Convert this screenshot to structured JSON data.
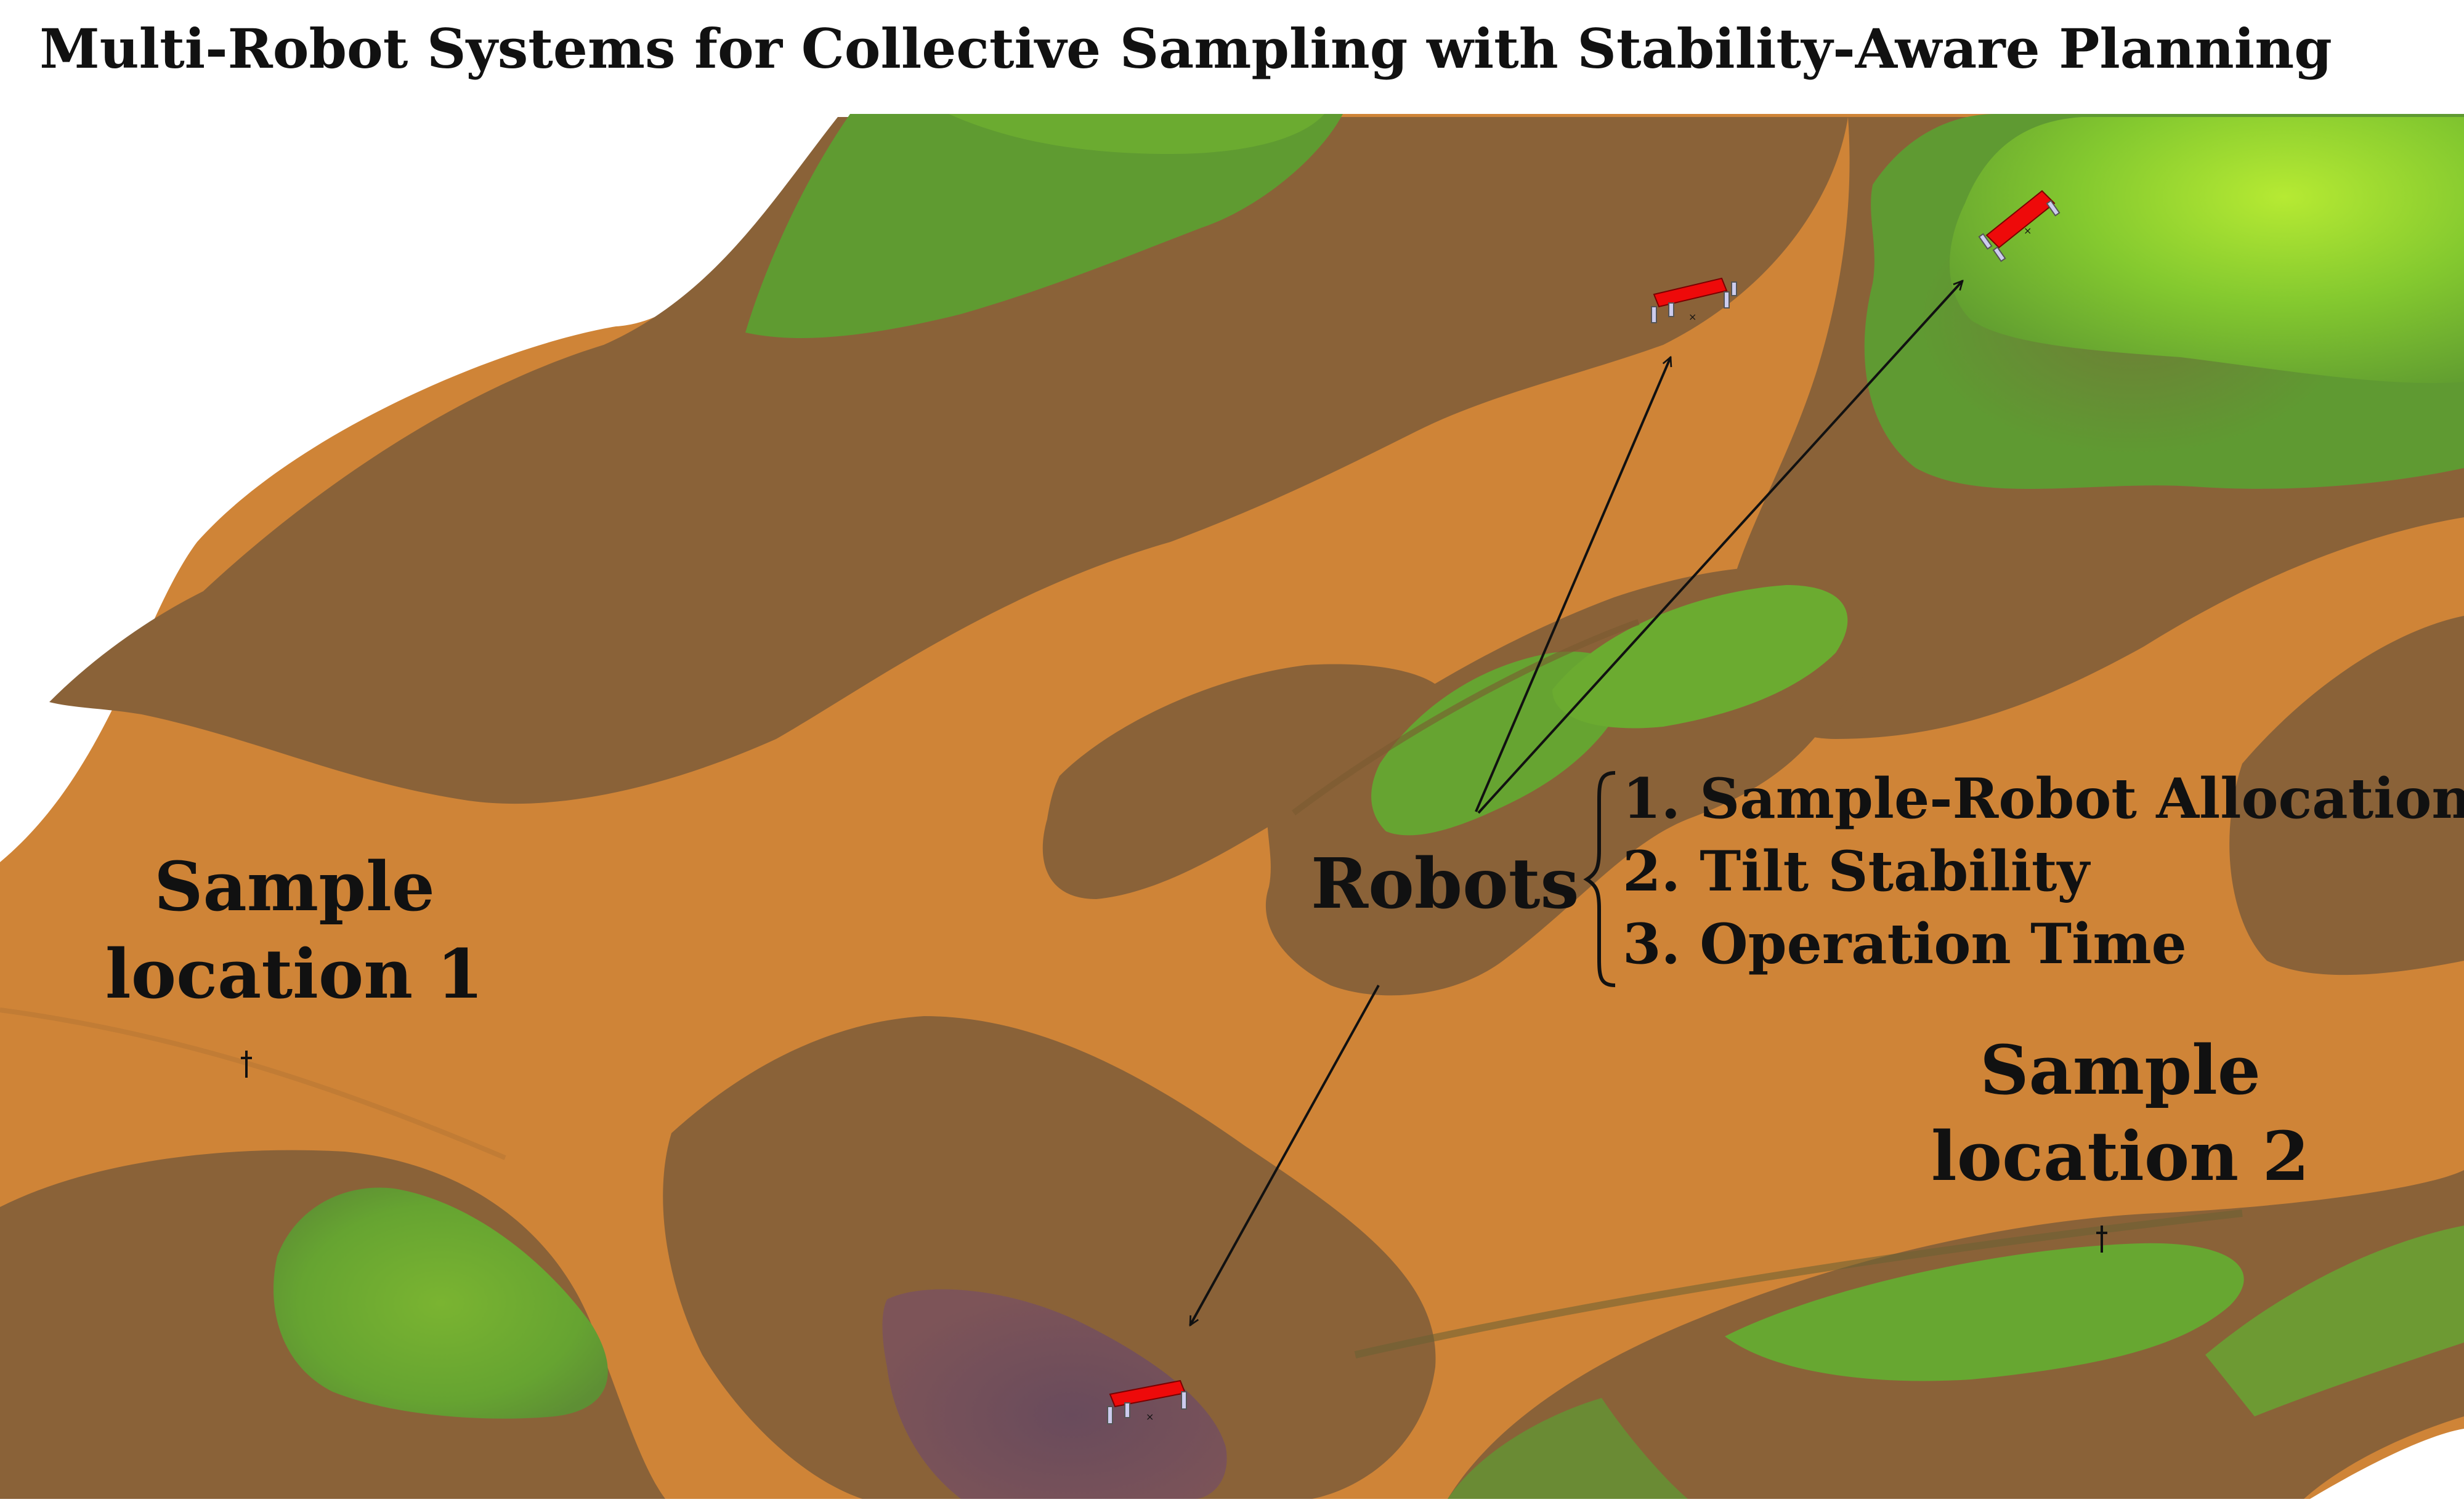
{
  "title": "Multi-Robot Systems for Collective Sampling with Stability-Aware Planning",
  "labels": {
    "robots": "Robots",
    "sample1_line1": "Sample",
    "sample1_line2": "location 1",
    "sample2_line1": "Sample",
    "sample2_line2": "location 2"
  },
  "criteria": [
    "1. Sample-Robot Allocation",
    "2. Tilt Stability",
    "3. Operation Time"
  ],
  "colors": {
    "terrain_low": "#d08436",
    "terrain_mid": "#8a6136",
    "terrain_high": "#6cab30",
    "terrain_peak": "#a2dc32",
    "basin": "#6f4f5a",
    "robot_body": "#ee0a0a",
    "arrow": "#111111"
  },
  "icons": {
    "robot": "robot-rover-icon",
    "sample_marker": "dagger-marker-icon"
  }
}
